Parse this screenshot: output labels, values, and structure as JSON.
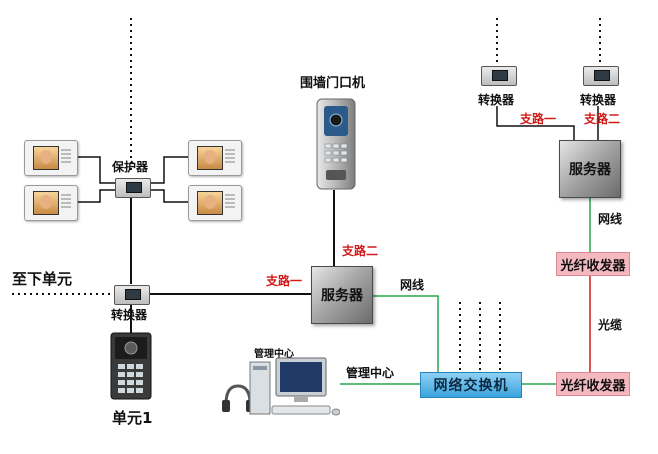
{
  "labels": {
    "wall_unit": "围墙门口机",
    "protector": "保护器",
    "to_next_unit": "至下单元",
    "converter_left": "转换器",
    "unit1": "单元1",
    "branch1_center": "支路一",
    "branch2_center": "支路二",
    "server_center": "服务器",
    "network_line_center": "网线",
    "mgmt_center_label": "管理中心",
    "mgmt_center_pc_text": "管理中心",
    "switch": "网络交换机",
    "top_converter_1": "转换器",
    "top_converter_2": "转换器",
    "branch1_right": "支路一",
    "branch2_right": "支路二",
    "server_right": "服务器",
    "network_line_right": "网线",
    "fiber_transceiver_top": "光纤收发器",
    "optical_cable": "光缆",
    "fiber_transceiver_bottom": "光纤收发器"
  },
  "colors": {
    "branch_label": "#d11a1a",
    "green_line": "#21a84a",
    "red_line": "#d11a1a",
    "black_line": "#111111",
    "switch_fill": "#3aa4dd",
    "transceiver_fill": "#f4b8bf"
  },
  "icons": [
    "video-monitor-icon",
    "converter-icon",
    "server-icon",
    "outdoor-station-icon",
    "door-station-icon",
    "computer-icon",
    "headset-icon",
    "network-switch-icon",
    "fiber-transceiver-icon"
  ]
}
